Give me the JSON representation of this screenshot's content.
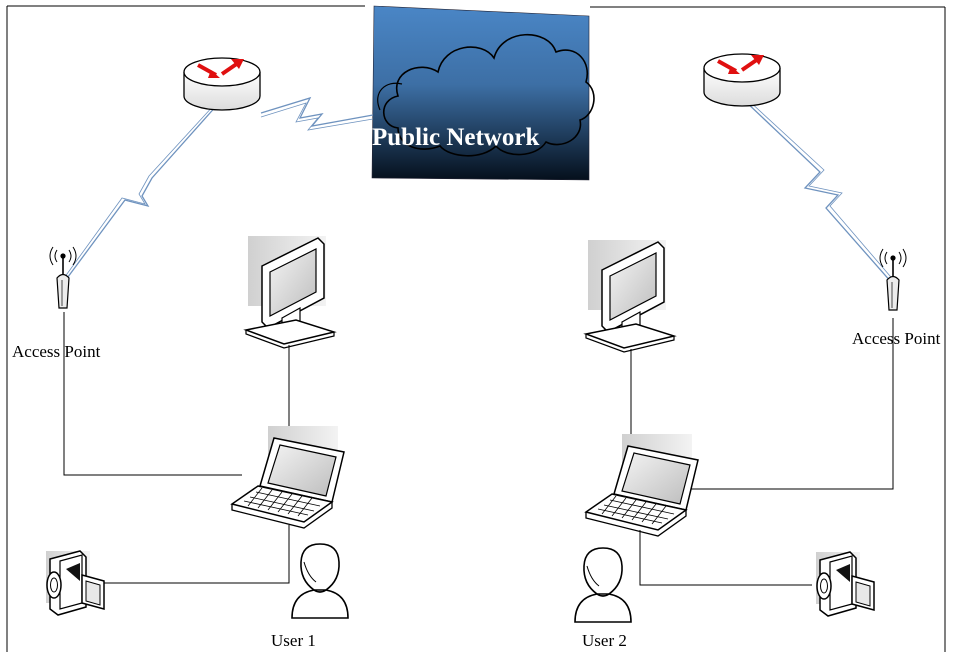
{
  "diagram": {
    "cloud": {
      "label": "Public Network",
      "icon": "cloud-icon"
    },
    "left_site": {
      "access_point_label": "Access Point",
      "user_label": "User 1",
      "icons": [
        "router-icon",
        "access-point-icon",
        "monitor-icon",
        "laptop-icon",
        "camera-icon",
        "user-icon"
      ]
    },
    "right_site": {
      "access_point_label": "Access Point",
      "user_label": "User 2",
      "icons": [
        "router-icon",
        "access-point-icon",
        "monitor-icon",
        "laptop-icon",
        "camera-icon",
        "user-icon"
      ]
    }
  },
  "colors": {
    "cloud_top": "#4a86c6",
    "cloud_bottom": "#05101c",
    "wireless_link": "#6f93bf",
    "router_arrow": "#e01010",
    "wire": "#000000",
    "border": "#000000"
  }
}
